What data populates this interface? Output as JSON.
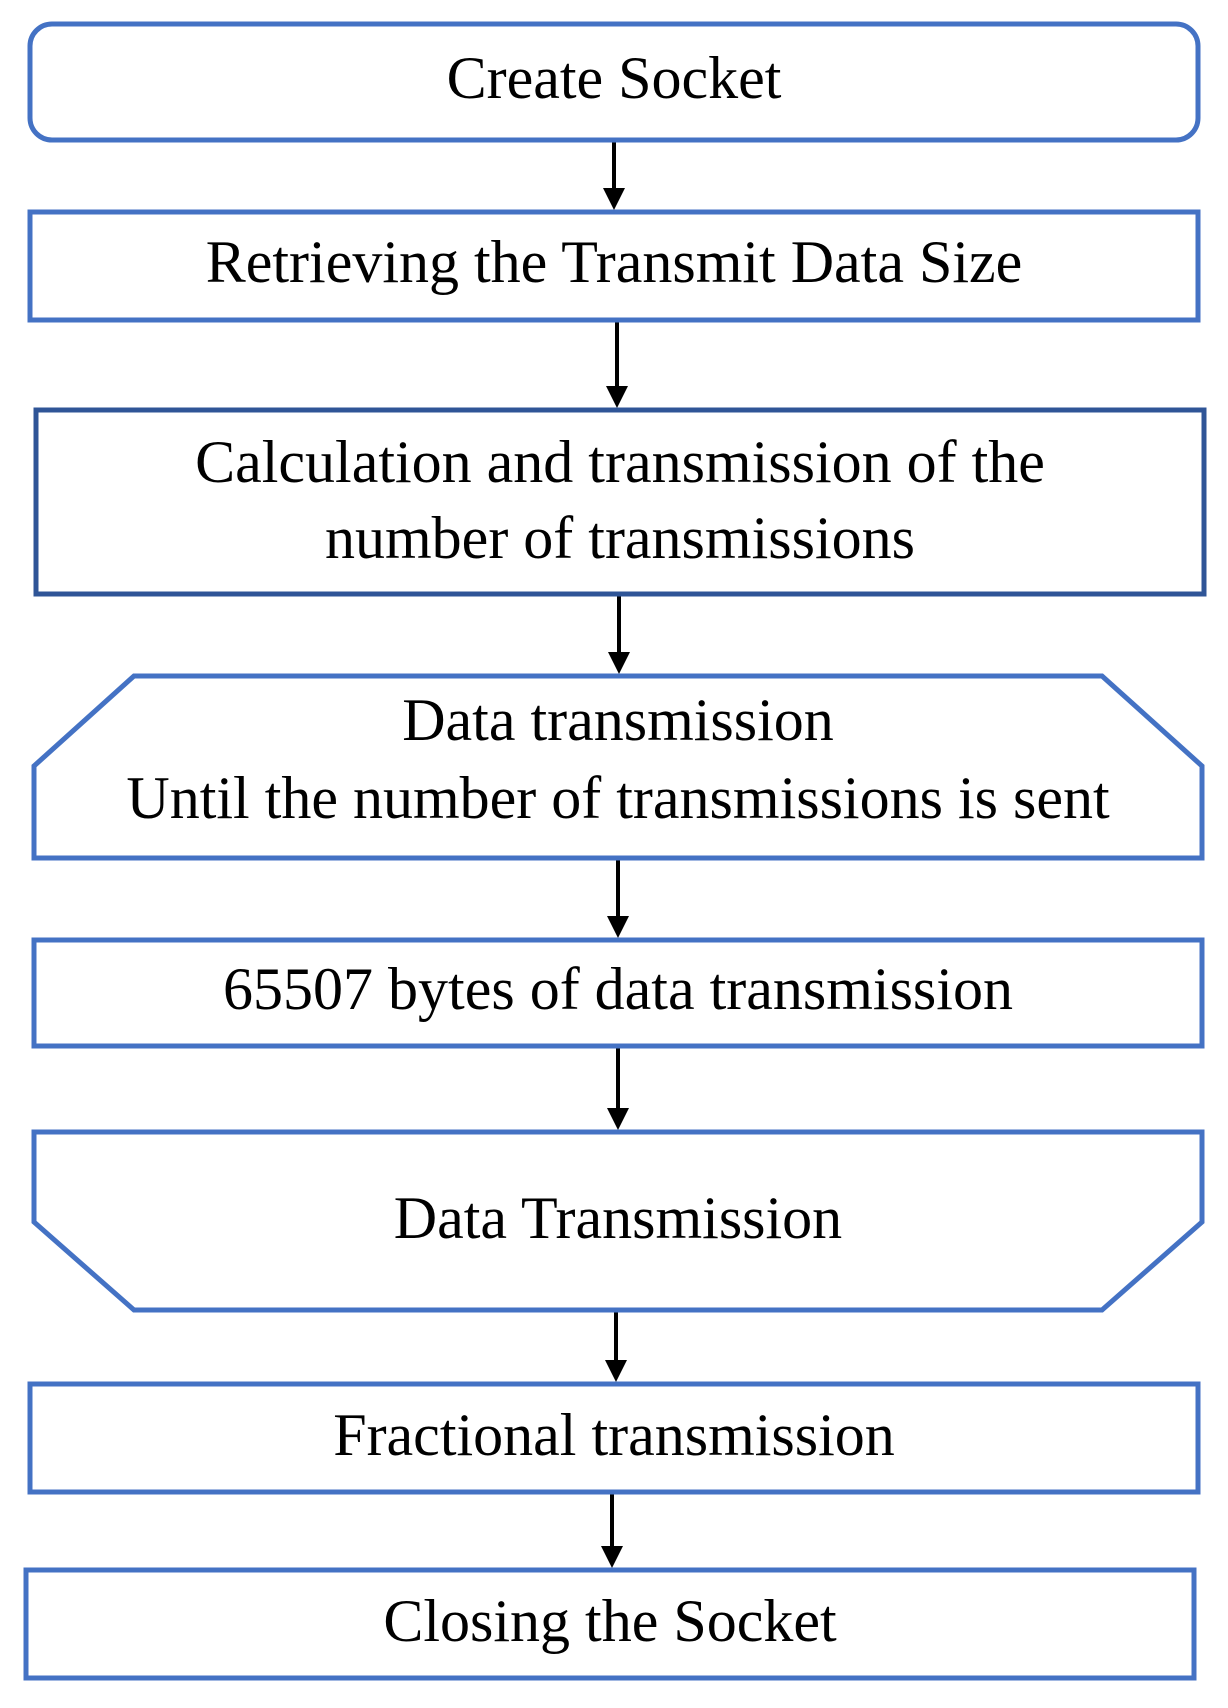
{
  "flowchart": {
    "nodes": [
      {
        "id": "create-socket",
        "shape": "rounded",
        "lines": [
          "Create Socket"
        ]
      },
      {
        "id": "retrieve-size",
        "shape": "rect",
        "lines": [
          "Retrieving the Transmit Data Size"
        ]
      },
      {
        "id": "calc-transmissions",
        "shape": "rect-dark",
        "lines": [
          "Calculation and transmission of the",
          "number of transmissions"
        ]
      },
      {
        "id": "loop-start",
        "shape": "loop-start",
        "lines": [
          "Data transmission",
          "Until the number of transmissions is sent"
        ]
      },
      {
        "id": "send-65507",
        "shape": "rect",
        "lines": [
          "65507 bytes of data transmission"
        ]
      },
      {
        "id": "loop-end",
        "shape": "loop-end",
        "lines": [
          "Data Transmission"
        ]
      },
      {
        "id": "fractional",
        "shape": "rect",
        "lines": [
          "Fractional transmission"
        ]
      },
      {
        "id": "close-socket",
        "shape": "rect",
        "lines": [
          "Closing the Socket"
        ]
      }
    ],
    "edges": [
      [
        "create-socket",
        "retrieve-size"
      ],
      [
        "retrieve-size",
        "calc-transmissions"
      ],
      [
        "calc-transmissions",
        "loop-start"
      ],
      [
        "loop-start",
        "send-65507"
      ],
      [
        "send-65507",
        "loop-end"
      ],
      [
        "loop-end",
        "fractional"
      ],
      [
        "fractional",
        "close-socket"
      ]
    ],
    "colors": {
      "border": "#4472c4",
      "border_dark": "#2f5597",
      "arrow": "#000000",
      "text": "#000000"
    }
  }
}
